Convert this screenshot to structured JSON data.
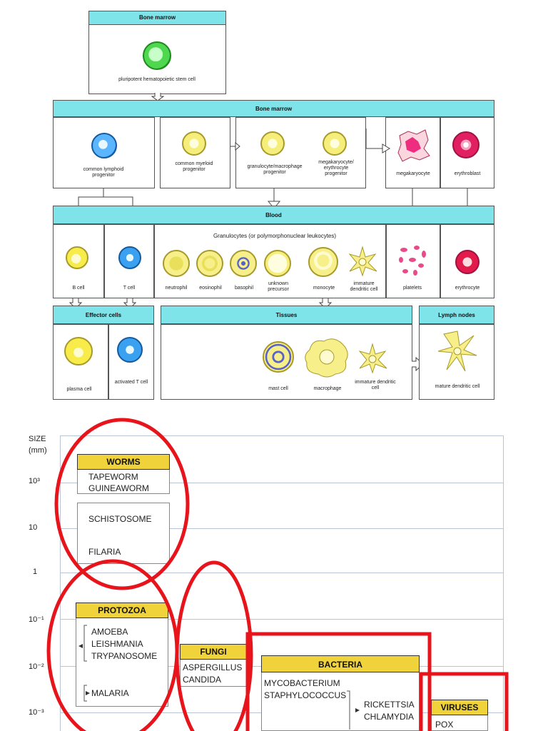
{
  "top": {
    "bone_marrow_1": "Bone marrow",
    "stem_cell": "pluripotent hematopoietic stem cell",
    "bone_marrow_2": "Bone marrow",
    "blood": "Blood",
    "effector": "Effector cells",
    "tissues": "Tissues",
    "lymph_nodes": "Lymph nodes",
    "granulocytes": "Granulocytes (or polymorphonuclear leukocytes)",
    "progenitors": [
      "common lymphoid progenitor",
      "common myeloid progenitor",
      "granulocyte/macrophage progenitor",
      "megakaryocyte/ erythrocyte progenitor",
      "megakaryocyte",
      "erythroblast"
    ],
    "blood_cells": [
      "B cell",
      "T cell",
      "neutrophil",
      "eosinophil",
      "basophil",
      "unknown precursor",
      "monocyte",
      "immature dendritic cell",
      "platelets",
      "erythrocyte"
    ],
    "effector_cells": [
      "plasma cell",
      "activated T cell"
    ],
    "tissue_cells": [
      "mast cell",
      "macrophage",
      "immature dendritic cell"
    ],
    "lymph_cells": [
      "mature dendritic cell"
    ]
  },
  "bottom": {
    "size_label": "SIZE",
    "size_unit": "(mm)",
    "ticks": [
      "10³",
      "10",
      "1",
      "10⁻¹",
      "10⁻²",
      "10⁻³"
    ],
    "worms": {
      "title": "WORMS",
      "items": [
        "TAPEWORM",
        "GUINEAWORM",
        "SCHISTOSOME",
        "FILARIA"
      ]
    },
    "protozoa": {
      "title": "PROTOZOA",
      "items": [
        "AMOEBA",
        "LEISHMANIA",
        "TRYPANOSOME",
        "MALARIA"
      ]
    },
    "fungi": {
      "title": "FUNGI",
      "items": [
        "ASPERGILLUS",
        "CANDIDA"
      ]
    },
    "bacteria": {
      "title": "BACTERIA",
      "items": [
        "MYCOBACTERIUM",
        "STAPHYLOCOCCUS",
        "RICKETTSIA",
        "CHLAMYDIA"
      ]
    },
    "viruses": {
      "title": "VIRUSES",
      "items": [
        "POX"
      ]
    },
    "highlight_color": "#e8141b",
    "label_bg": "#f0d23a"
  }
}
